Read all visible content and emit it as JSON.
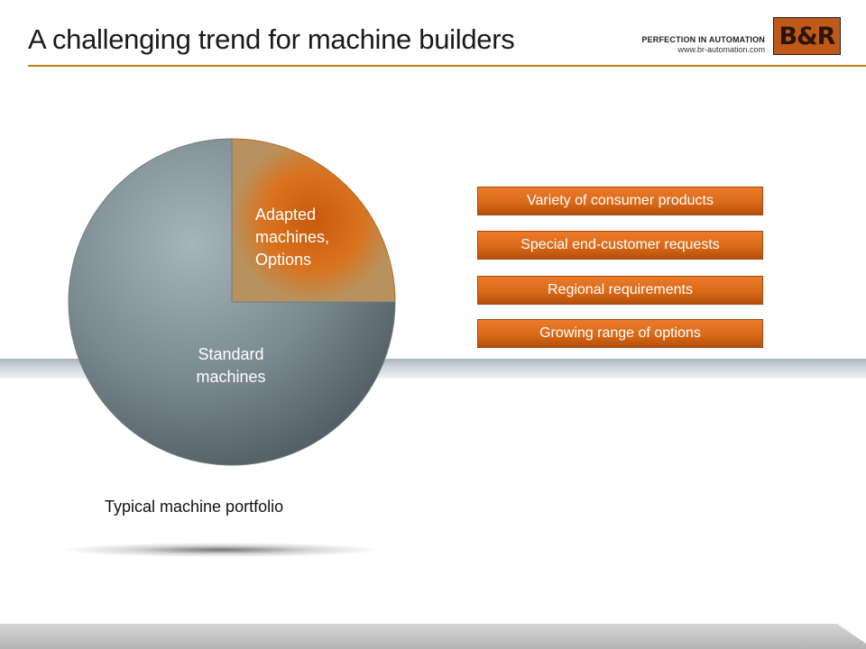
{
  "header": {
    "title": "A challenging trend for machine builders",
    "tagline": "PERFECTION IN AUTOMATION",
    "url": "www.br-automation.com",
    "logo_text": "B&R"
  },
  "colors": {
    "accent_orange": "#d96a18",
    "title_rule": "#b8860b",
    "pie_gray": "#78878e"
  },
  "chart_data": {
    "type": "pie",
    "title": "Typical machine portfolio",
    "slices": [
      {
        "label": "Adapted machines, Options",
        "value": 25,
        "color": "#d96a18"
      },
      {
        "label": "Standard machines",
        "value": 75,
        "color": "#78878e"
      }
    ],
    "start_angle_deg": 0
  },
  "pie_labels": {
    "adapted": "Adapted machines, Options",
    "standard": "Standard machines"
  },
  "factors": [
    "Variety of consumer products",
    "Special end-customer requests",
    "Regional requirements",
    "Growing range of options"
  ]
}
